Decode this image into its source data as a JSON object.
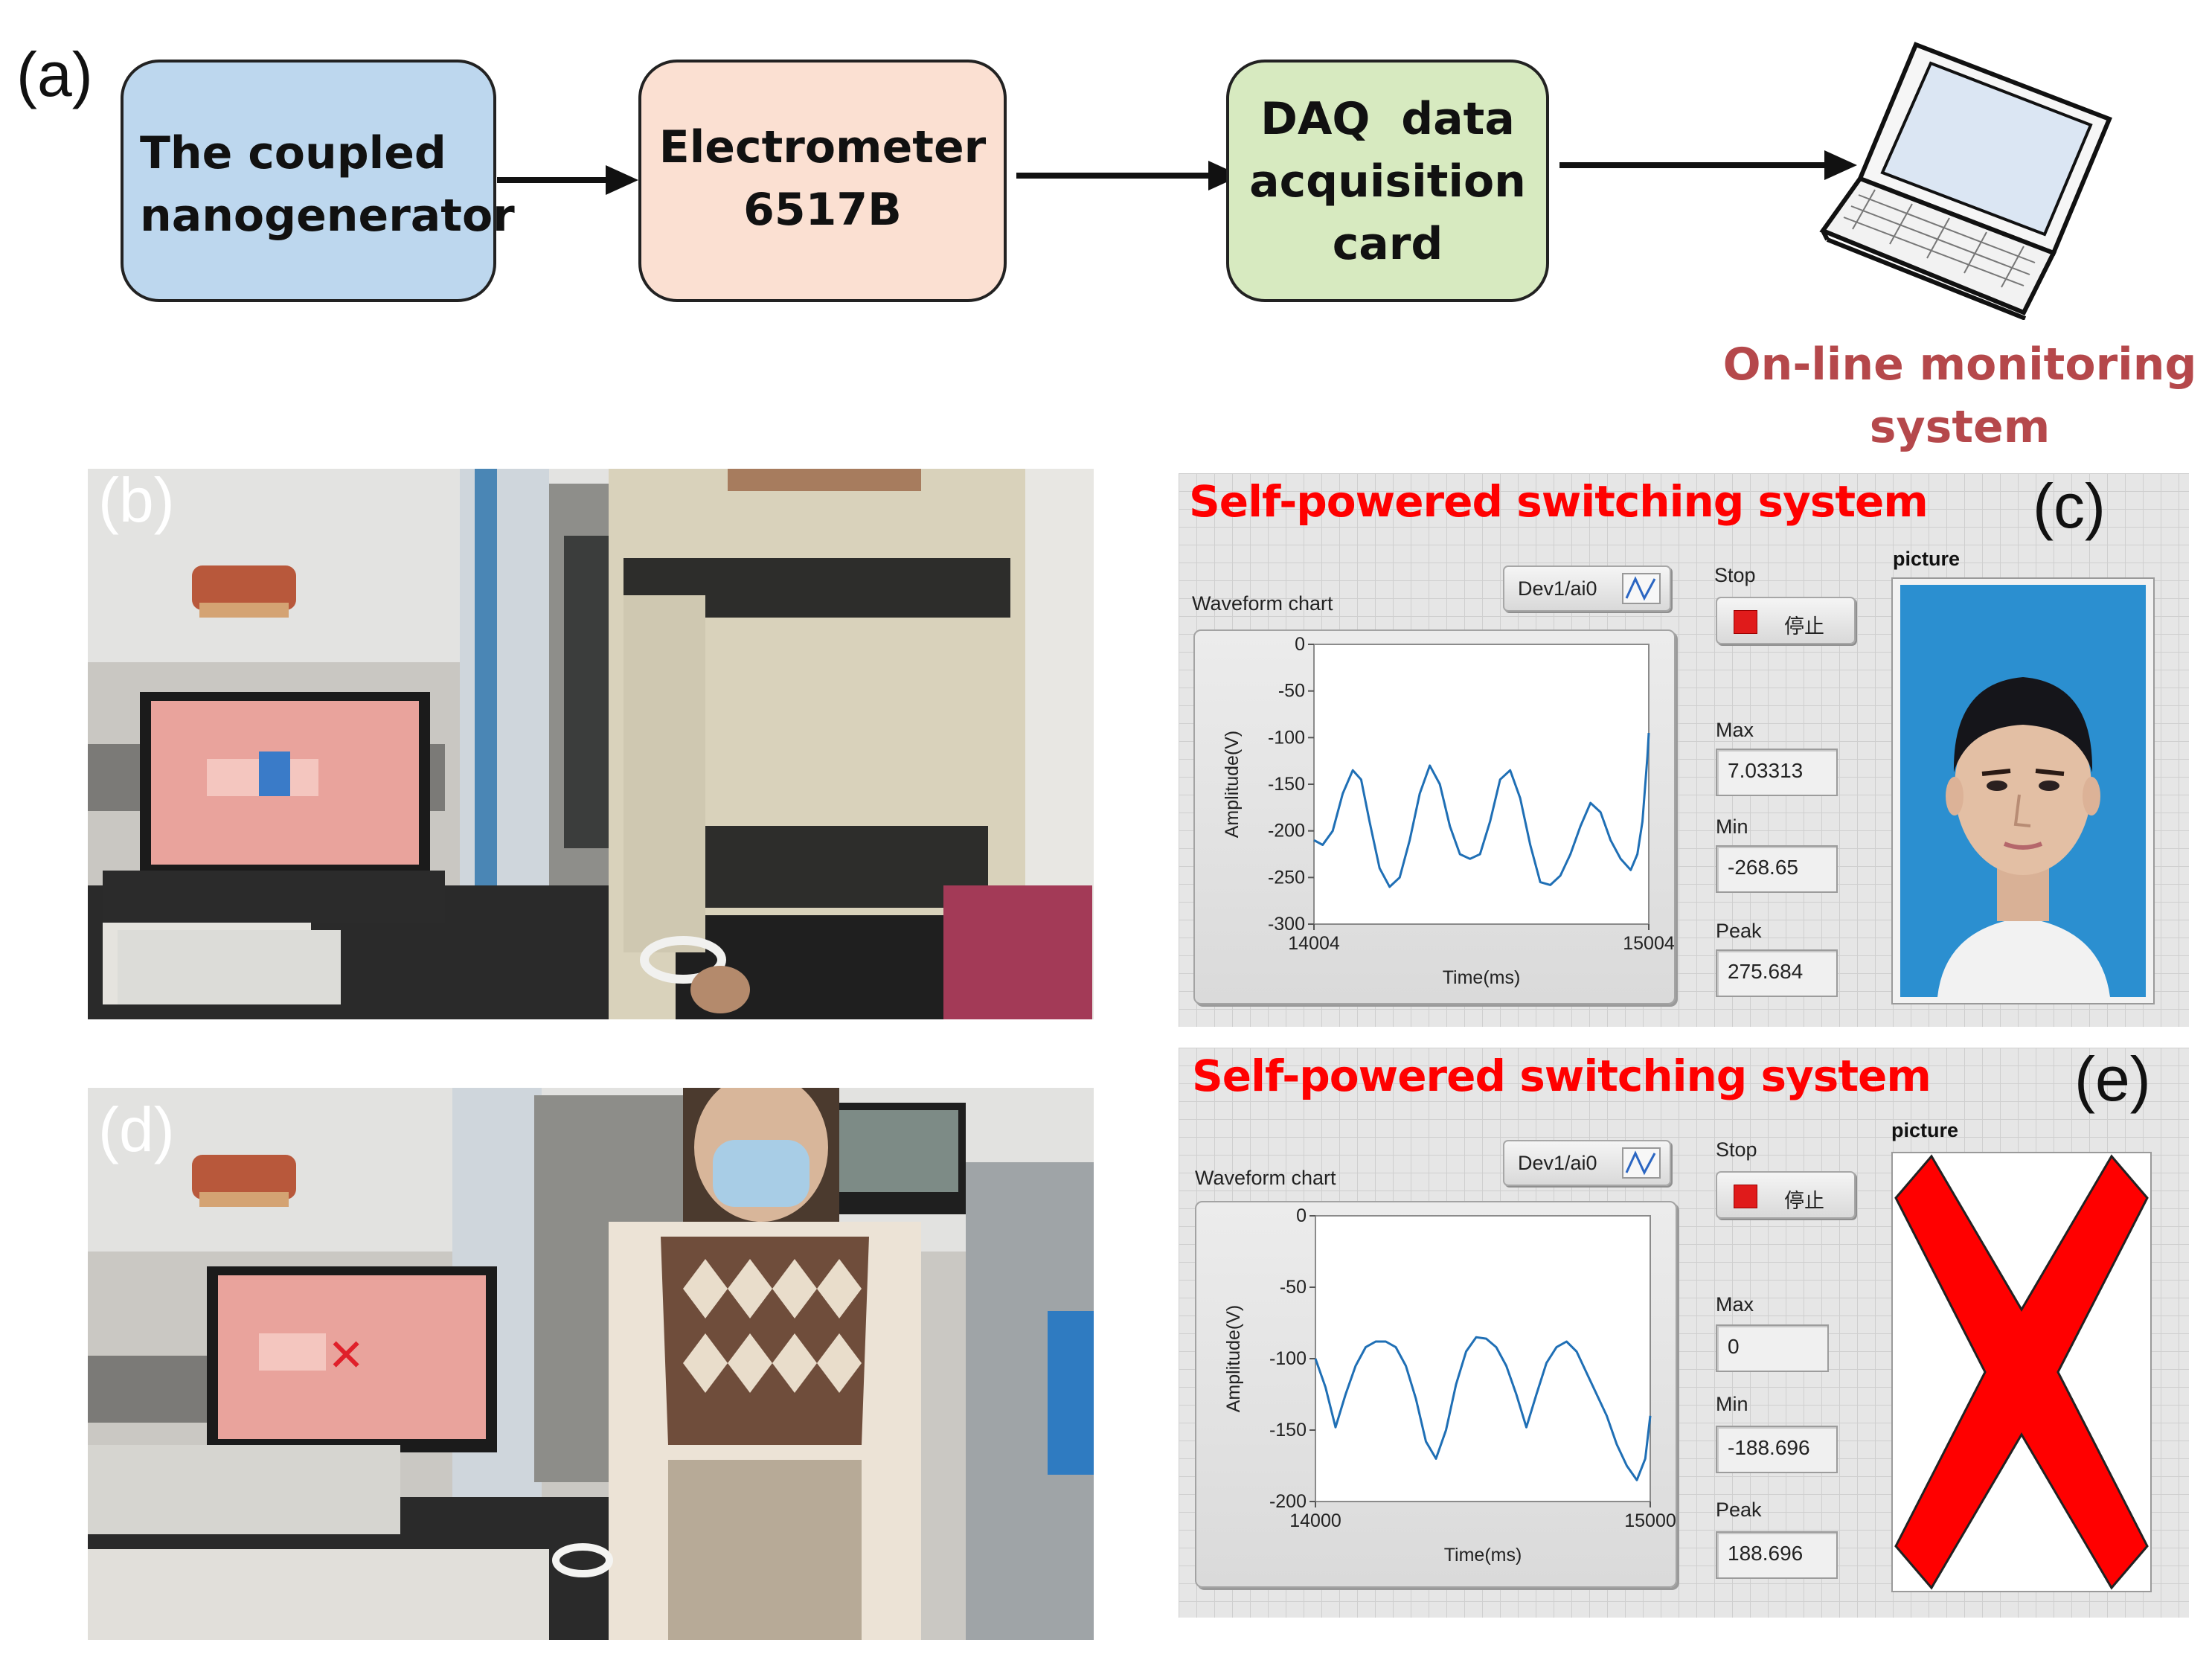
{
  "panel_a": {
    "letter": "(a)",
    "blocks": [
      {
        "lines": [
          "The coupled",
          "nanogenerator"
        ],
        "fill": "#bdd7ee"
      },
      {
        "lines": [
          "Electrometer",
          "6517B"
        ],
        "fill": "#fbe0d2"
      },
      {
        "lines": [
          "DAQ  data",
          "acquisition",
          "card"
        ],
        "fill": "#d7eac0"
      }
    ],
    "laptop_icon": "laptop-icon",
    "caption_lines": [
      "On-line monitoring",
      "system"
    ],
    "caption_color": "#b5484b"
  },
  "photo_b": {
    "letter": "(b)"
  },
  "photo_d": {
    "letter": "(d)"
  },
  "panel_c": {
    "title": "Self-powered switching system",
    "letter": "(c)",
    "waveform_label": "Waveform chart",
    "channel": "Dev1/ai0",
    "stop_label": "Stop",
    "stop_button": "停止",
    "picture_label": "picture",
    "max_label": "Max",
    "max_value": "7.03313",
    "min_label": "Min",
    "min_value": "-268.65",
    "peak_label": "Peak",
    "peak_value": "275.684",
    "picture_content": "face-photo"
  },
  "panel_e": {
    "title": "Self-powered switching system",
    "letter": "(e)",
    "waveform_label": "Waveform chart",
    "channel": "Dev1/ai0",
    "stop_label": "Stop",
    "stop_button": "停止",
    "picture_label": "picture",
    "max_label": "Max",
    "max_value": "0",
    "min_label": "Min",
    "min_value": "-188.696",
    "peak_label": "Peak",
    "peak_value": "188.696",
    "picture_content": "red-x-icon"
  },
  "chart_data": [
    {
      "type": "line",
      "panel": "c",
      "xlabel": "Time(ms)",
      "ylabel": "Amplitude(V)",
      "xlim": [
        14004,
        15004
      ],
      "ylim": [
        -300,
        0
      ],
      "x_ticks": [
        "14004",
        "15004"
      ],
      "y_ticks": [
        "0",
        "-50",
        "-100",
        "-150",
        "-200",
        "-250",
        "-300"
      ],
      "color": "#1f6fb5",
      "x": [
        14004,
        14030,
        14060,
        14090,
        14120,
        14145,
        14170,
        14200,
        14230,
        14260,
        14290,
        14320,
        14350,
        14380,
        14410,
        14440,
        14470,
        14500,
        14530,
        14560,
        14590,
        14620,
        14650,
        14680,
        14710,
        14740,
        14770,
        14800,
        14830,
        14860,
        14890,
        14920,
        14950,
        14970,
        14985,
        15000,
        15004
      ],
      "y": [
        -210,
        -215,
        -200,
        -160,
        -135,
        -145,
        -190,
        -240,
        -260,
        -250,
        -210,
        -160,
        -130,
        -150,
        -195,
        -225,
        -230,
        -225,
        -190,
        -145,
        -135,
        -165,
        -215,
        -255,
        -258,
        -248,
        -225,
        -195,
        -170,
        -180,
        -210,
        -230,
        -242,
        -225,
        -190,
        -120,
        -95
      ]
    },
    {
      "type": "line",
      "panel": "e",
      "xlabel": "Time(ms)",
      "ylabel": "Amplitude(V)",
      "xlim": [
        14000,
        15000
      ],
      "ylim": [
        -200,
        0
      ],
      "x_ticks": [
        "14000",
        "15000"
      ],
      "y_ticks": [
        "0",
        "-50",
        "-100",
        "-150",
        "-200"
      ],
      "color": "#1f6fb5",
      "x": [
        14000,
        14030,
        14060,
        14090,
        14120,
        14150,
        14180,
        14210,
        14240,
        14270,
        14300,
        14330,
        14360,
        14390,
        14420,
        14450,
        14480,
        14510,
        14540,
        14570,
        14600,
        14630,
        14660,
        14690,
        14720,
        14750,
        14780,
        14810,
        14840,
        14870,
        14900,
        14930,
        14960,
        14985,
        15000
      ],
      "y": [
        -100,
        -120,
        -148,
        -125,
        -105,
        -92,
        -88,
        -88,
        -92,
        -105,
        -128,
        -158,
        -170,
        -150,
        -118,
        -95,
        -85,
        -86,
        -92,
        -105,
        -125,
        -148,
        -125,
        -103,
        -92,
        -88,
        -95,
        -110,
        -125,
        -140,
        -160,
        -175,
        -185,
        -170,
        -140
      ]
    }
  ]
}
